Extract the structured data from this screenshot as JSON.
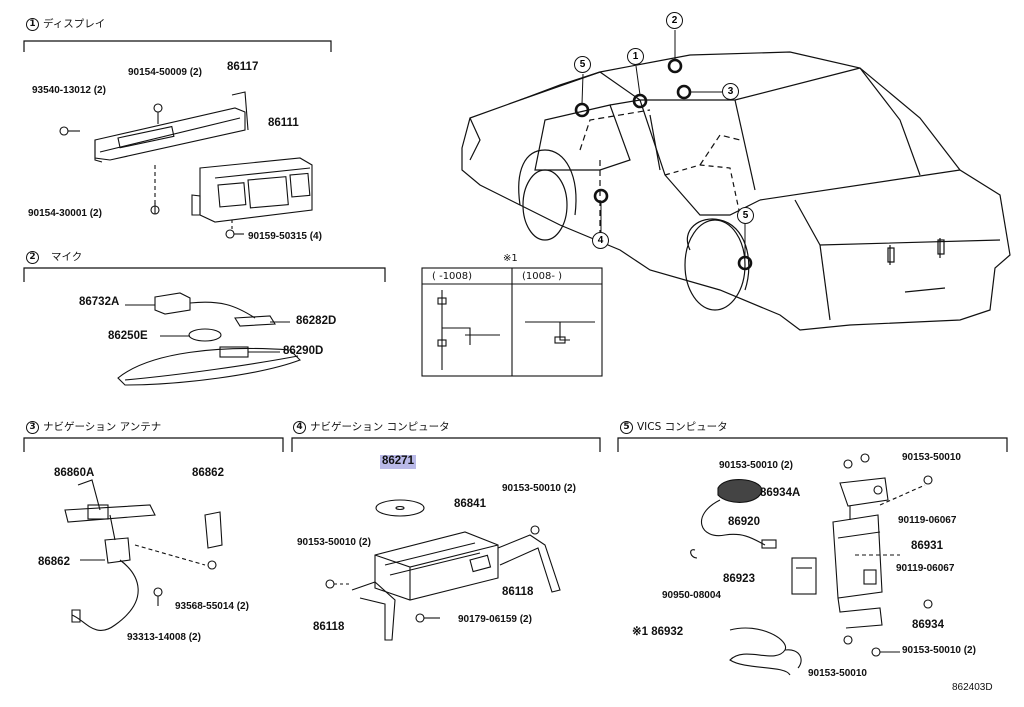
{
  "sections": [
    {
      "num": "1",
      "title": "ディスプレイ"
    },
    {
      "num": "2",
      "title": "マイク"
    },
    {
      "num": "3",
      "title": "ナビゲーション アンテナ"
    },
    {
      "num": "4",
      "title": "ナビゲーション コンピュータ"
    },
    {
      "num": "5",
      "title": "VICS コンピュータ"
    }
  ],
  "parts": {
    "display": [
      "90154-50009 (2)",
      "86117",
      "93540-13012 (2)",
      "86111",
      "90154-30001 (2)",
      "90159-50315 (4)"
    ],
    "mic": [
      "86732A",
      "86282D",
      "86250E",
      "86290D"
    ],
    "antenna": [
      "86860A",
      "86862",
      "86862",
      "93568-55014 (2)",
      "93313-14008 (2)"
    ],
    "nav": [
      "86271",
      "86841",
      "90153-50010 (2)",
      "90153-50010 (2)",
      "86118",
      "86118",
      "90179-06159 (2)"
    ],
    "vics": [
      "90153-50010 (2)",
      "90153-50010",
      "86934A",
      "86920",
      "90119-06067",
      "86931",
      "86923",
      "90119-06067",
      "90950-08004",
      "86934",
      "※1 86932",
      "90153-50010 (2)",
      "90153-50010"
    ]
  },
  "inset": {
    "mark": "※1",
    "col1": "(    -1008)",
    "col2": "(1008-      )"
  },
  "callouts": [
    "2",
    "5",
    "1",
    "3",
    "5",
    "4"
  ],
  "footer_code": "862403D",
  "colors": {
    "ink": "#111111",
    "highlight": "#b9b9e8"
  }
}
